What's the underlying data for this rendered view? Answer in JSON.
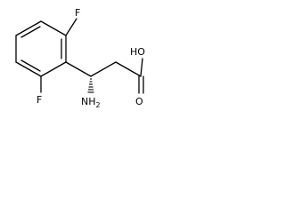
{
  "molecule": {
    "atom_labels": {
      "f_top": "F",
      "f_bottom": "F",
      "oh": "HO",
      "nh2": "NH",
      "nh2_subscript": "2",
      "carbonyl_o": "O"
    },
    "bond_color": "#000000",
    "background_color": "#ffffff"
  }
}
